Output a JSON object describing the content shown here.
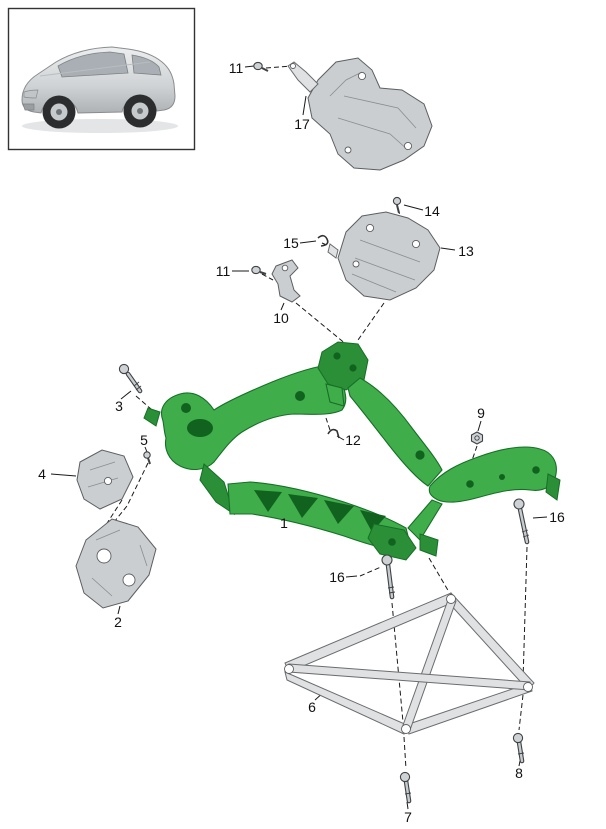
{
  "page": {
    "background": "#ffffff",
    "description_colors": {
      "highlight_green": "#3fae4a",
      "highlight_green_dark": "#2a8f37",
      "part_gray": "#cbced0",
      "line_black": "#1a1a1a"
    }
  },
  "thumbnail": {
    "content": "vehicle-suv-illustration"
  },
  "callouts": {
    "n1": "1",
    "n2": "2",
    "n3": "3",
    "n4": "4",
    "n5": "5",
    "n6": "6",
    "n7": "7",
    "n8": "8",
    "n9": "9",
    "n10": "10",
    "n11a": "11",
    "n11b": "11",
    "n12": "12",
    "n13": "13",
    "n14": "14",
    "n15": "15",
    "n16a": "16",
    "n16b": "16",
    "n17": "17"
  }
}
